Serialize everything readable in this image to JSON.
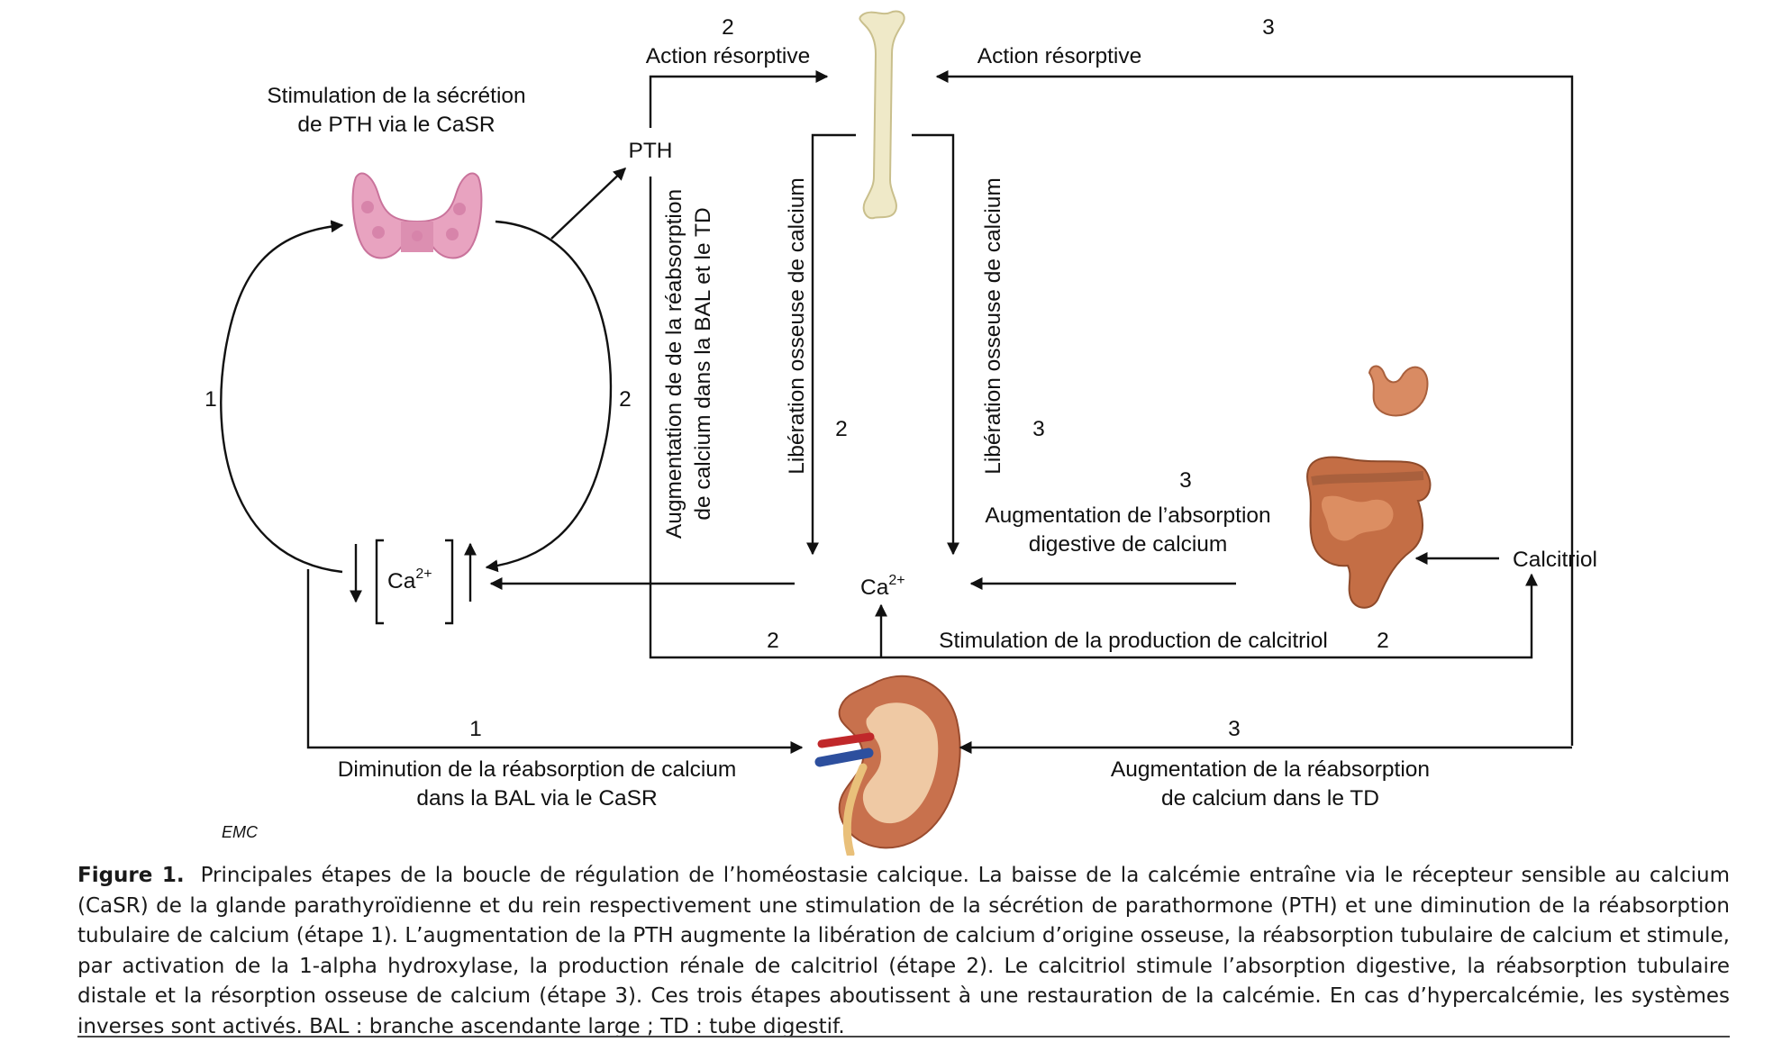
{
  "labels": {
    "stim_pth_1": "Stimulation de la sécrétion",
    "stim_pth_2": "de PTH via le CaSR",
    "pth": "PTH",
    "action_resorptive_2": "Action résorptive",
    "action_resorptive_3": "Action résorptive",
    "reabs_vertical_1": "Augmentation de de la réabsorption",
    "reabs_vertical_2": "de calcium dans la BAL et le TD",
    "liberation_2": "Libération osseuse de calcium",
    "liberation_3": "Libération osseuse de calcium",
    "absorption_1": "Augmentation de l’absorption",
    "absorption_2": "digestive de calcium",
    "calcitriol": "Calcitriol",
    "stim_calcitriol": "Stimulation de la production de calcitriol",
    "dim_reabs_1": "Diminution de la réabsorption de calcium",
    "dim_reabs_2": "dans la BAL via le CaSR",
    "aug_reabs_1": "Augmentation de la réabsorption",
    "aug_reabs_2": "de calcium dans le TD",
    "ca_base": "Ca",
    "ca_sup": "2+",
    "emc": "EMC"
  },
  "steps": {
    "s1": "1",
    "s2": "2",
    "s3": "3"
  },
  "caption": {
    "label": "Figure 1.",
    "text": "Principales étapes de la boucle de régulation de l’homéostasie calcique. La baisse de la calcémie entraîne via le récepteur sensible au calcium (CaSR) de la glande parathyroïdienne et du rein respectivement une stimulation de la sécrétion de parathormone (PTH) et une diminution de la réabsorption tubulaire de calcium (étape 1). L’augmentation de la PTH augmente la libération de calcium d’origine osseuse, la réabsorption tubulaire de calcium et stimule, par activation de la 1-alpha hydroxylase, la production rénale de calcitriol (étape 2). Le calcitriol stimule l’absorption digestive, la réabsorption tubulaire distale et la résorption osseuse de calcium (étape 3). Ces trois étapes aboutissent à une restauration de la calcémie. En cas d’hypercalcémie, les systèmes inverses sont activés. BAL : branche ascendante large ; TD : tube digestif."
  },
  "colors": {
    "line": "#111111",
    "thyroid": "#e8a3c0",
    "thyroid_dark": "#c9739b",
    "bone": "#efe9c8",
    "bone_dark": "#c9bf8c",
    "kidney": "#c8714d",
    "kidney_inner": "#efc9a4",
    "stomach": "#d98b63",
    "intestine": "#c46e45",
    "artery": "#c0282a",
    "vein": "#2d4f9e",
    "ureter": "#e9c07a"
  },
  "icons": {
    "thyroid": "thyroid-gland-icon",
    "bone": "bone-icon",
    "kidney": "kidney-icon",
    "gut": "digestive-tract-icon"
  }
}
